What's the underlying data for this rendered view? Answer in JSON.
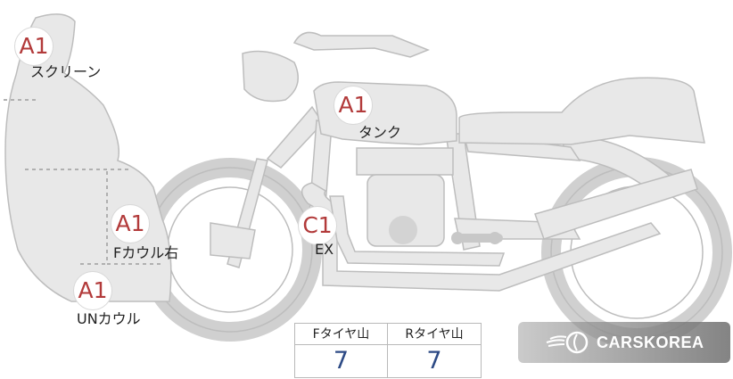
{
  "diagram": {
    "parts": [
      {
        "id": "screen",
        "grade": "A1",
        "label": "スクリーン"
      },
      {
        "id": "tank",
        "grade": "A1",
        "label": "タンク"
      },
      {
        "id": "f-cowl-right",
        "grade": "A1",
        "label": "Fカウル右"
      },
      {
        "id": "exhaust",
        "grade": "C1",
        "label": "EX"
      },
      {
        "id": "under-cowl",
        "grade": "A1",
        "label": "UNカウル"
      }
    ]
  },
  "tread_table": {
    "headers": [
      "Fタイヤ山",
      "Rタイヤ山"
    ],
    "values": [
      "7",
      "7"
    ]
  },
  "watermark": {
    "brand": "CARSKOREA"
  },
  "colors": {
    "body_fill": "#e8e8e8",
    "outline": "#bcbcbc",
    "grade_text": "#b23a3a",
    "value_text": "#2d4a85"
  }
}
